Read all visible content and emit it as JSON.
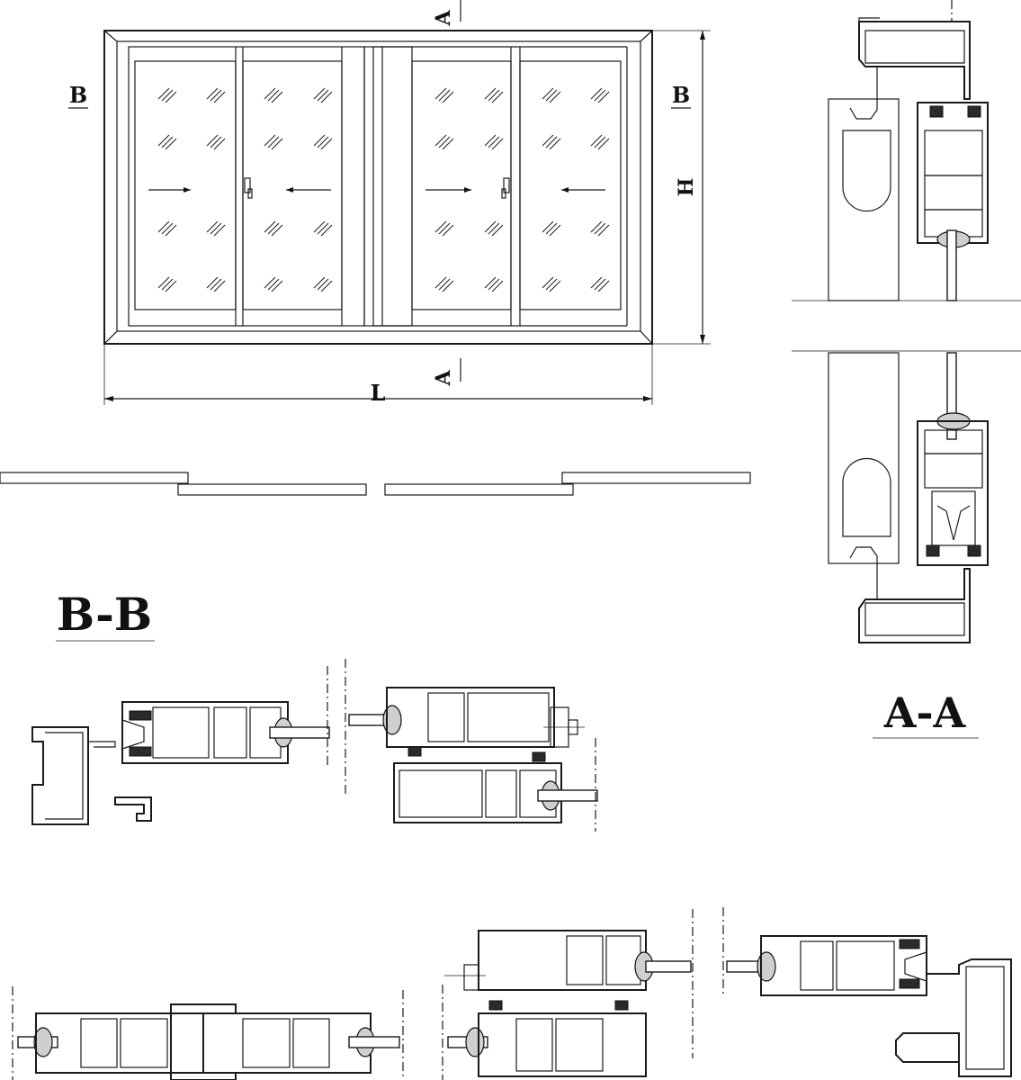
{
  "labels": {
    "section_a_top": "A",
    "section_a_bottom": "A",
    "section_b_left": "B",
    "section_b_right": "B",
    "dim_height": "H",
    "dim_length": "L",
    "title_bb": "B-B",
    "title_aa": "A-A"
  }
}
